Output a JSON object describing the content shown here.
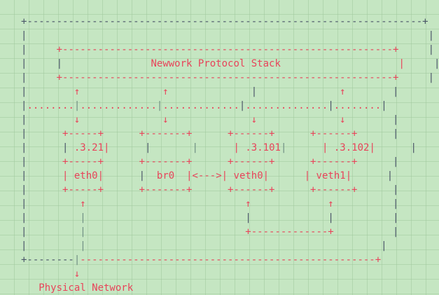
{
  "diagram": {
    "type": "ascii-network-diagram",
    "title_text": "Newwork Protocol Stack",
    "footer_label": "Physical Network",
    "colors": {
      "background": "#c5e6c2",
      "grid": "#a0c89e",
      "accent_red": "#e8445a",
      "dark_slate": "#4a5568",
      "teal_slate": "#6f8f83"
    },
    "protocol_stack": {
      "label": "Newwork Protocol Stack"
    },
    "interfaces": [
      {
        "name": "eth0",
        "address": ".3.21",
        "has_address": true
      },
      {
        "name": "br0",
        "address": "",
        "has_address": false
      },
      {
        "name": "veth0",
        "address": ".3.101",
        "has_address": true
      },
      {
        "name": "veth1",
        "address": ".3.102",
        "has_address": true
      }
    ],
    "connectors": {
      "bridge_link": "<--->",
      "up_arrow": "↑",
      "down_arrow": "↓",
      "pipe": "|",
      "plus": "+"
    },
    "rows": [
      {
        "id": "r00",
        "segs": [
          {
            "t": "+",
            "c": "c-dark"
          },
          {
            "t": "-------------------------------------------------------------------+",
            "c": "c-dark"
          }
        ]
      },
      {
        "id": "r01",
        "segs": [
          {
            "t": "|",
            "c": "c-dark"
          },
          {
            "t": "                                                                    ",
            "c": "c-red"
          },
          {
            "t": "|",
            "c": "c-dark"
          }
        ]
      },
      {
        "id": "r02",
        "segs": [
          {
            "t": "|",
            "c": "c-dark"
          },
          {
            "t": "     +--------------------------------------------------------+     ",
            "c": "c-red"
          },
          {
            "t": "|",
            "c": "c-dark"
          }
        ]
      },
      {
        "id": "r03",
        "segs": [
          {
            "t": "|",
            "c": "c-dark"
          },
          {
            "t": "     ",
            "c": "c-red"
          },
          {
            "t": "|",
            "c": "c-dark"
          },
          {
            "t": "               Newwork Protocol Stack                    |     ",
            "c": "c-red"
          },
          {
            "t": "|",
            "c": "c-dark"
          }
        ]
      },
      {
        "id": "r04",
        "segs": [
          {
            "t": "|",
            "c": "c-dark"
          },
          {
            "t": "     +--------------------------------------------------------+     ",
            "c": "c-red"
          },
          {
            "t": "|",
            "c": "c-dark"
          }
        ]
      },
      {
        "id": "r05",
        "segs": [
          {
            "t": "|",
            "c": "c-dark"
          },
          {
            "t": "        ↑              ↑              ",
            "c": "c-red"
          },
          {
            "t": "|",
            "c": "c-dark"
          },
          {
            "t": "              ↑        ",
            "c": "c-red"
          },
          {
            "t": "|",
            "c": "c-dark"
          }
        ]
      },
      {
        "id": "r06",
        "segs": [
          {
            "t": "|",
            "c": "c-dark"
          },
          {
            "t": "........",
            "c": "c-red"
          },
          {
            "t": "|",
            "c": "c-teal"
          },
          {
            "t": ".............",
            "c": "c-red"
          },
          {
            "t": "|",
            "c": "c-teal"
          },
          {
            "t": ".............",
            "c": "c-red"
          },
          {
            "t": "|",
            "c": "c-dark"
          },
          {
            "t": "..............",
            "c": "c-red"
          },
          {
            "t": "|",
            "c": "c-dark"
          },
          {
            "t": "........",
            "c": "c-red"
          },
          {
            "t": "|",
            "c": "c-dark"
          }
        ]
      },
      {
        "id": "r07",
        "segs": [
          {
            "t": "|",
            "c": "c-dark"
          },
          {
            "t": "        ↓              ↓              ↓              ↓        ",
            "c": "c-red"
          },
          {
            "t": "|",
            "c": "c-dark"
          }
        ]
      },
      {
        "id": "r08",
        "segs": [
          {
            "t": "|",
            "c": "c-dark"
          },
          {
            "t": "      +-----+      +-------+      +------+      +------+      ",
            "c": "c-red"
          },
          {
            "t": "|",
            "c": "c-dark"
          }
        ]
      },
      {
        "id": "r09",
        "segs": [
          {
            "t": "|",
            "c": "c-dark"
          },
          {
            "t": "      ",
            "c": "c-red"
          },
          {
            "t": "|",
            "c": "c-dark"
          },
          {
            "t": " .3.21",
            "c": "c-red"
          },
          {
            "t": "|",
            "c": "c-red"
          },
          {
            "t": "      ",
            "c": "c-red"
          },
          {
            "t": "|",
            "c": "c-dark"
          },
          {
            "t": "       ",
            "c": "c-red"
          },
          {
            "t": "|",
            "c": "c-teal"
          },
          {
            "t": "      ",
            "c": "c-red"
          },
          {
            "t": "|",
            "c": "c-red"
          },
          {
            "t": " .3.101",
            "c": "c-red"
          },
          {
            "t": "|",
            "c": "c-teal"
          },
          {
            "t": "      ",
            "c": "c-red"
          },
          {
            "t": "|",
            "c": "c-red"
          },
          {
            "t": " .3.102",
            "c": "c-red"
          },
          {
            "t": "|",
            "c": "c-red"
          },
          {
            "t": "      ",
            "c": "c-red"
          },
          {
            "t": "|",
            "c": "c-dark"
          }
        ]
      },
      {
        "id": "r10",
        "segs": [
          {
            "t": "|",
            "c": "c-dark"
          },
          {
            "t": "      +-----+      +-------+      +------+      +------+      ",
            "c": "c-red"
          },
          {
            "t": "|",
            "c": "c-dark"
          }
        ]
      },
      {
        "id": "r11",
        "segs": [
          {
            "t": "|",
            "c": "c-dark"
          },
          {
            "t": "      ",
            "c": "c-red"
          },
          {
            "t": "|",
            "c": "c-red"
          },
          {
            "t": " eth0",
            "c": "c-red"
          },
          {
            "t": "|",
            "c": "c-red"
          },
          {
            "t": "      ",
            "c": "c-red"
          },
          {
            "t": "|",
            "c": "c-dark"
          },
          {
            "t": "  br0  ",
            "c": "c-red"
          },
          {
            "t": "|<--->|",
            "c": "c-red"
          },
          {
            "t": " veth0",
            "c": "c-red"
          },
          {
            "t": "|",
            "c": "c-red"
          },
          {
            "t": "      ",
            "c": "c-red"
          },
          {
            "t": "|",
            "c": "c-red"
          },
          {
            "t": " veth1",
            "c": "c-red"
          },
          {
            "t": "|",
            "c": "c-red"
          },
          {
            "t": "      ",
            "c": "c-red"
          },
          {
            "t": "|",
            "c": "c-dark"
          }
        ]
      },
      {
        "id": "r12",
        "segs": [
          {
            "t": "|",
            "c": "c-dark"
          },
          {
            "t": "      +-----+      +-------+      +------+      +------+      ",
            "c": "c-red"
          },
          {
            "t": "|",
            "c": "c-dark"
          }
        ]
      },
      {
        "id": "r13",
        "segs": [
          {
            "t": "|",
            "c": "c-dark"
          },
          {
            "t": "         ↑                           ↑             ↑          ",
            "c": "c-red"
          },
          {
            "t": "|",
            "c": "c-dark"
          }
        ]
      },
      {
        "id": "r14",
        "segs": [
          {
            "t": "|",
            "c": "c-dark"
          },
          {
            "t": "         ",
            "c": "c-red"
          },
          {
            "t": "|",
            "c": "c-teal"
          },
          {
            "t": "                           ",
            "c": "c-red"
          },
          {
            "t": "|",
            "c": "c-dark"
          },
          {
            "t": "             ",
            "c": "c-red"
          },
          {
            "t": "|",
            "c": "c-dark"
          },
          {
            "t": "          ",
            "c": "c-red"
          },
          {
            "t": "|",
            "c": "c-dark"
          }
        ]
      },
      {
        "id": "r15",
        "segs": [
          {
            "t": "|",
            "c": "c-dark"
          },
          {
            "t": "         ",
            "c": "c-red"
          },
          {
            "t": "|",
            "c": "c-teal"
          },
          {
            "t": "                           +-------------+          ",
            "c": "c-red"
          },
          {
            "t": "|",
            "c": "c-dark"
          }
        ]
      },
      {
        "id": "r16",
        "segs": [
          {
            "t": "|",
            "c": "c-dark"
          },
          {
            "t": "         ",
            "c": "c-red"
          },
          {
            "t": "|",
            "c": "c-teal"
          },
          {
            "t": "                                                  ",
            "c": "c-red"
          },
          {
            "t": "|",
            "c": "c-dark"
          }
        ]
      },
      {
        "id": "r17",
        "segs": [
          {
            "t": "+--------",
            "c": "c-dark"
          },
          {
            "t": "|",
            "c": "c-teal"
          },
          {
            "t": "--------------------------------------------------+",
            "c": "c-red"
          }
        ]
      },
      {
        "id": "r18",
        "segs": [
          {
            "t": "         ↓",
            "c": "c-red"
          }
        ]
      },
      {
        "id": "r19",
        "segs": [
          {
            "t": "   Physical Network",
            "c": "c-red"
          }
        ]
      }
    ]
  }
}
